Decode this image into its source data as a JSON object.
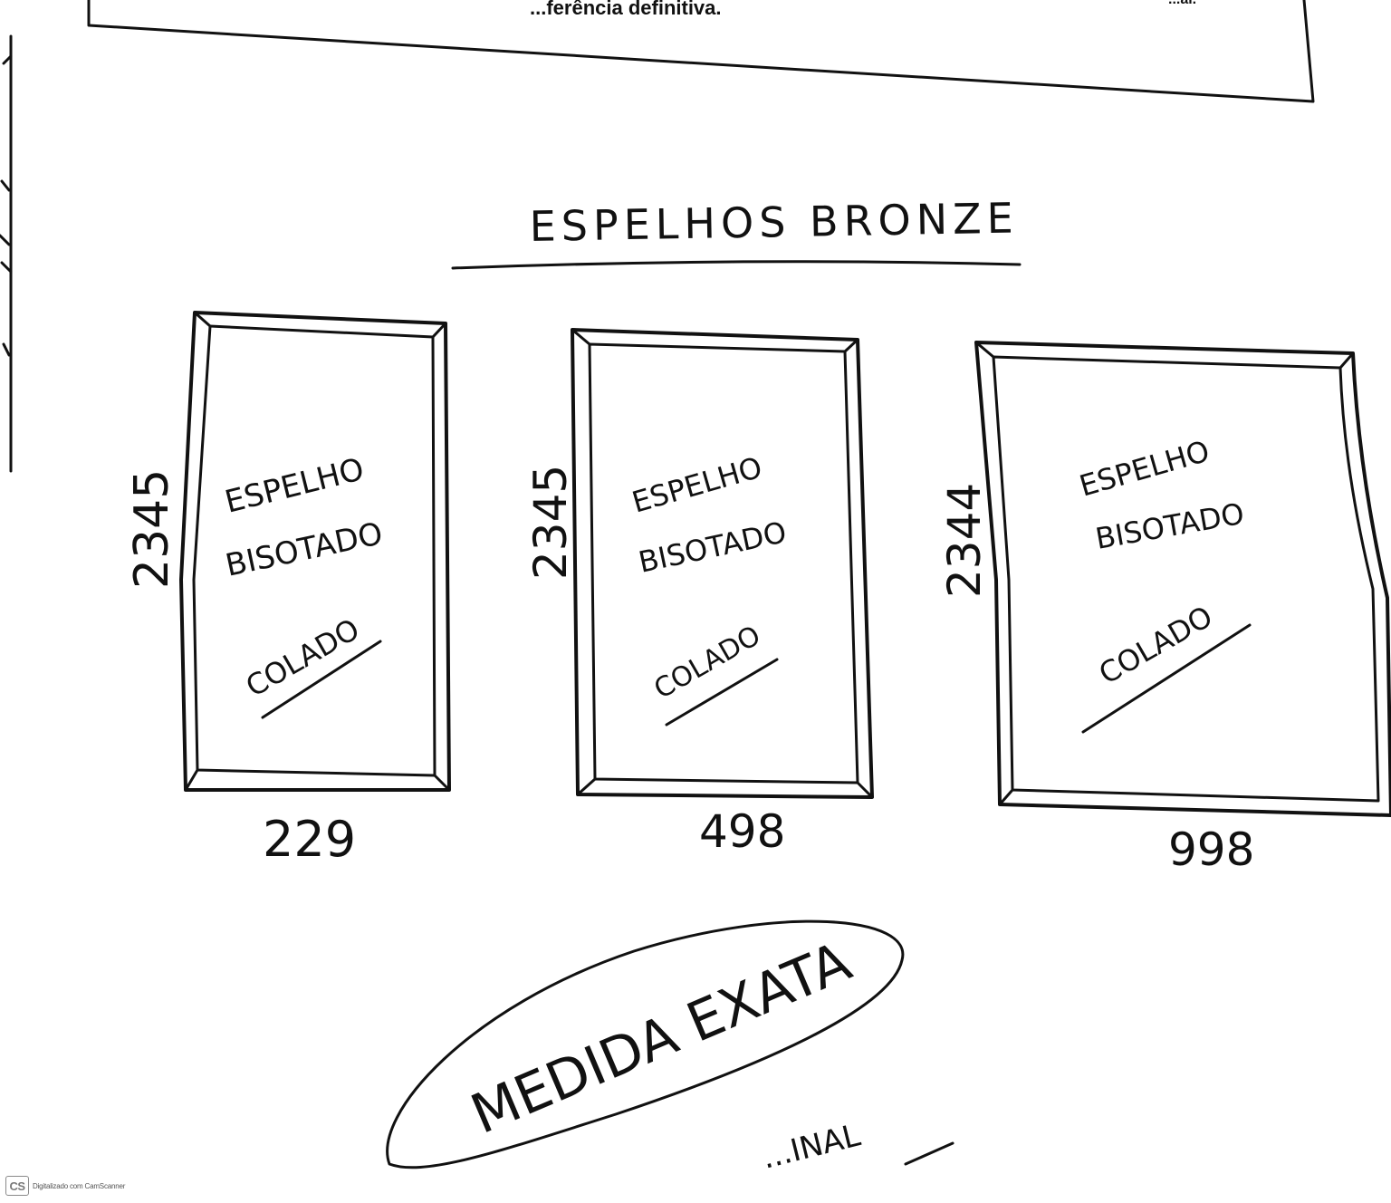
{
  "header_box": {
    "text_left": "...ferência definitiva.",
    "text_right": "...al."
  },
  "title": "ESPELHOS BRONZE",
  "mirrors": [
    {
      "height": "2345",
      "width": "229",
      "line1": "ESPELHO",
      "line2": "BISOTADO",
      "note": "COLADO"
    },
    {
      "height": "2345",
      "width": "498",
      "line1": "ESPELHO",
      "line2": "BISOTADO",
      "note": "COLADO"
    },
    {
      "height": "2344",
      "width": "998",
      "line1": "ESPELHO",
      "line2": "BISOTADO",
      "note": "COLADO"
    }
  ],
  "oval_text": "MEDIDA EXATA",
  "bottom_partial": "...INAL",
  "watermark": "Digitalizado com CamScanner",
  "watermark_logo": "CS"
}
